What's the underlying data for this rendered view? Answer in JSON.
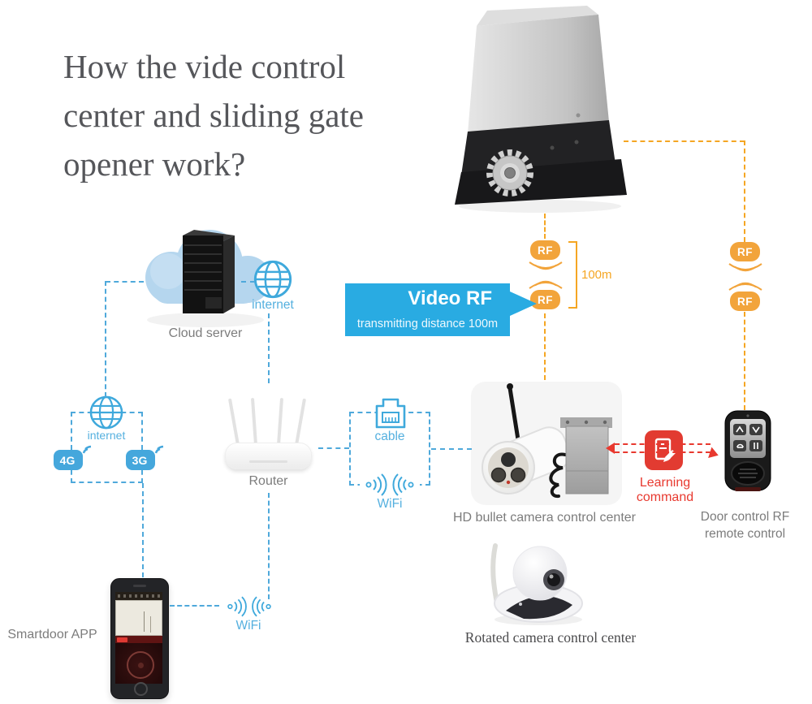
{
  "title": {
    "lines": [
      "How the vide control",
      "center and sliding gate",
      "opener work?"
    ]
  },
  "nodes": {
    "cloud_server": {
      "label": "Cloud server"
    },
    "internet_top": {
      "label": "internet"
    },
    "internet_left": {
      "label": "internet"
    },
    "router": {
      "label": "Router"
    },
    "cable": {
      "label": "cable"
    },
    "wifi_mid": {
      "label": "WiFi"
    },
    "wifi_bottom": {
      "label": "WiFi"
    },
    "hd_camera": {
      "label": "HD bullet camera control center"
    },
    "remote": {
      "label_line1": "Door control RF",
      "label_line2": "remote control"
    },
    "smartdoor_app": {
      "label": "Smartdoor APP"
    },
    "rotated_camera": {
      "label": "Rotated camera control center"
    }
  },
  "badges": {
    "rf": "RF",
    "g4": "4G",
    "g3": "3G"
  },
  "annotations": {
    "distance": "100m",
    "learning_line1": "Learning",
    "learning_line2": "command",
    "callout_title": "Video RF",
    "callout_subtitle": "transmitting distance 100m"
  },
  "colors": {
    "blue_line": "#4FA9DB",
    "blue_accent": "#29ABE2",
    "orange": "#F5A623",
    "red": "#E8392F",
    "label_gray": "#7C7C7C",
    "title_gray": "#55565A"
  }
}
